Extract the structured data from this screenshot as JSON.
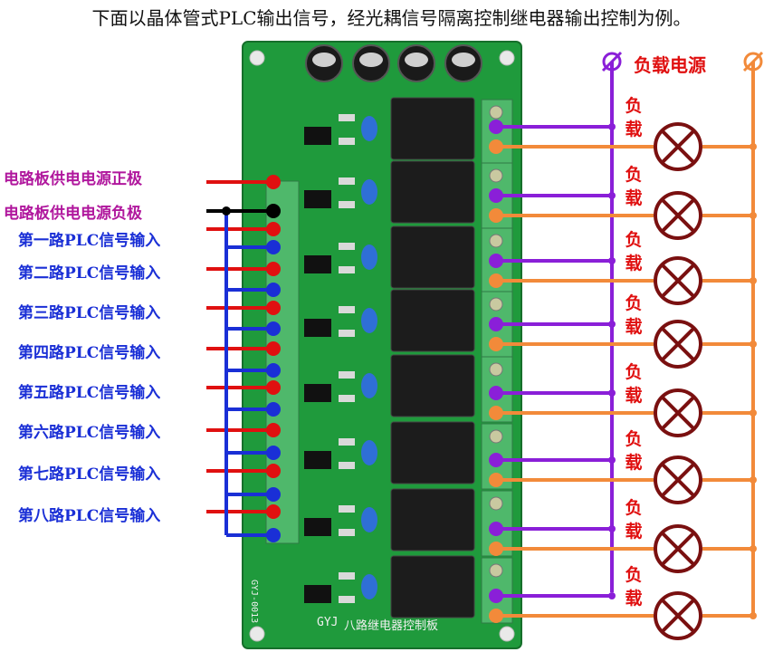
{
  "header": {
    "title": "下面以晶体管式PLC输出信号，经光耦信号隔离控制继电器输出控制为例。"
  },
  "left_labels": {
    "power_positive": "电路板供电电源正极",
    "power_negative": "电路板供电电源负极",
    "signals": [
      "第一路PLC信号输入",
      "第二路PLC信号输入",
      "第三路PLC信号输入",
      "第四路PLC信号输入",
      "第五路PLC信号输入",
      "第六路PLC信号输入",
      "第七路PLC信号输入",
      "第八路PLC信号输入"
    ]
  },
  "right_side": {
    "source_label": "负载电源",
    "load_label": "负载",
    "load_count": 8
  },
  "board": {
    "brand": "GYJ",
    "name": "八路继电器控制板",
    "model": "GYJ-0013"
  },
  "colors": {
    "board": "#1f9a3c",
    "relay": "#1c1c1c",
    "terminal": "#4fb86b",
    "wire_red": "#e01010",
    "wire_black": "#000000",
    "wire_blue": "#1a2fd6",
    "wire_purple": "#8a1fd8",
    "wire_orange": "#f28a3a",
    "load_border": "#7a1010",
    "label_power": "#b0179d",
    "label_signal": "#1a2fd6",
    "label_load": "#e01010"
  }
}
